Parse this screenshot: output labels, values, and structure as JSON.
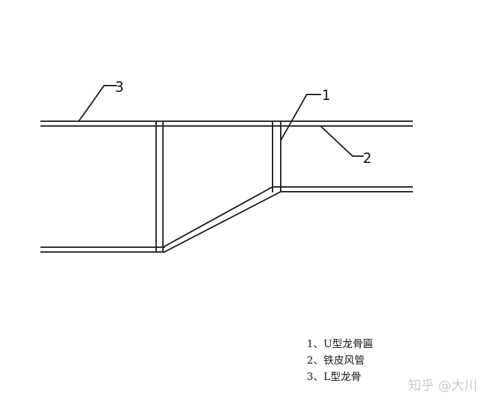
{
  "callouts": [
    {
      "number": "3"
    },
    {
      "number": "1"
    },
    {
      "number": "2"
    }
  ],
  "legend": [
    {
      "text": "1、U型龙骨匾"
    },
    {
      "text": "2、铁皮风管"
    },
    {
      "text": "3、L型龙骨"
    }
  ],
  "watermark": "知乎 @大川",
  "colors": {
    "line": "#222222",
    "text": "#1a1a1a",
    "watermark": "#c9c9c9"
  }
}
